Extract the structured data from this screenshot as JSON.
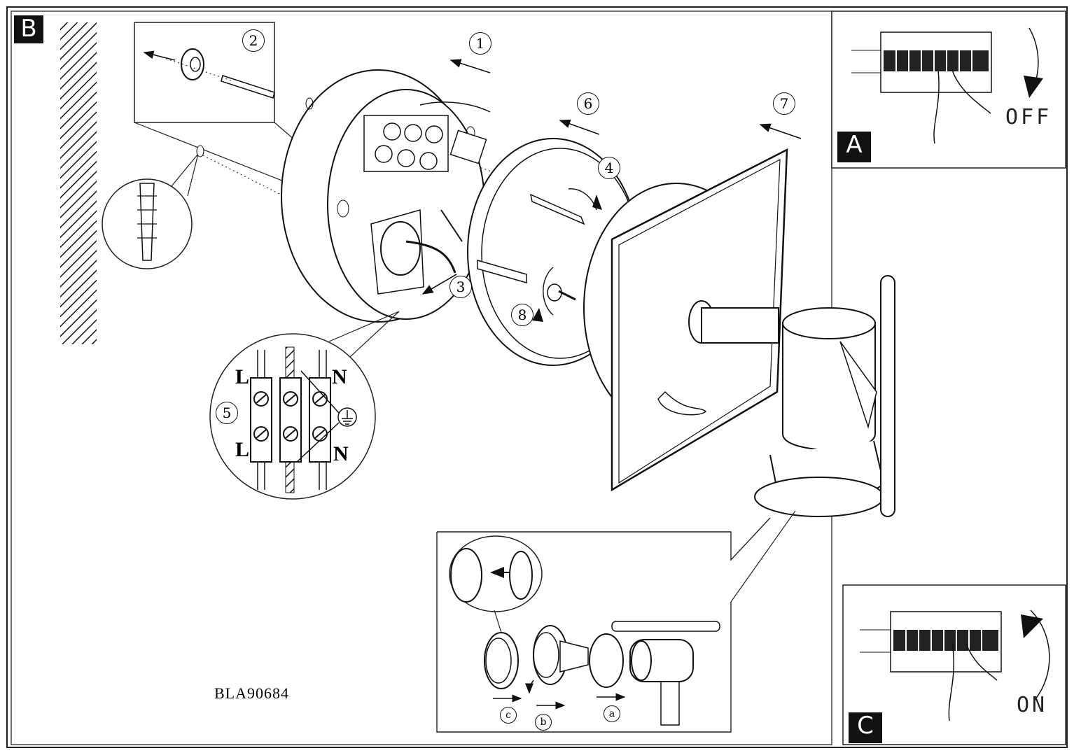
{
  "panels": {
    "main": {
      "tag": "B"
    },
    "switch_off": {
      "tag": "A",
      "state": "OFF"
    },
    "switch_on": {
      "tag": "C",
      "state": "ON"
    }
  },
  "steps": [
    "1",
    "2",
    "3",
    "4",
    "5",
    "6",
    "7",
    "8"
  ],
  "bulb_steps": [
    "a",
    "b",
    "c"
  ],
  "terminal_labels": {
    "left_top": "L",
    "left_bottom": "L",
    "right_top": "N",
    "right_bottom": "N"
  },
  "model_code": "BLA90684",
  "icons": [
    "earth-ground-icon",
    "wall-plug-icon",
    "screwdriver-icon",
    "circuit-breaker-icon",
    "hand-icon",
    "rotation-arrow-icon"
  ]
}
